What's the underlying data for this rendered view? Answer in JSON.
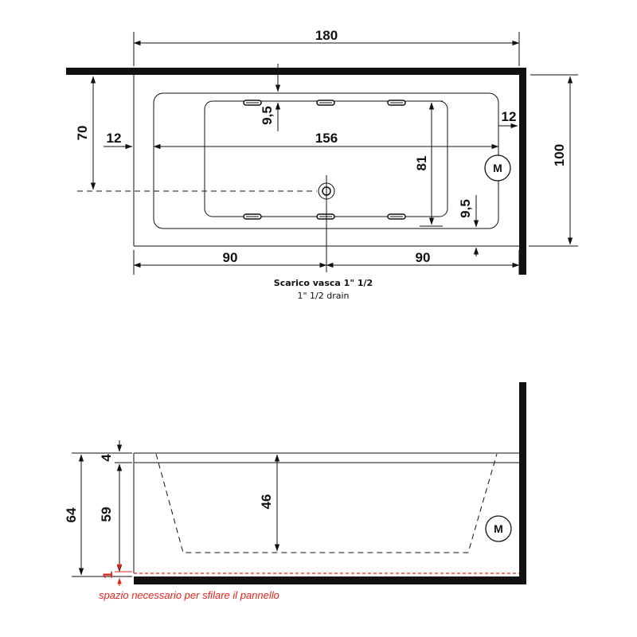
{
  "plan_view": {
    "dimensions": {
      "overall_length": "180",
      "inner_length": "156",
      "overall_width": "100",
      "inner_width": "81",
      "drain_from_wall": "70",
      "rim_left": "12",
      "rim_right": "12",
      "jet_offset_top": "9,5",
      "jet_offset_bottom": "9,5",
      "half_left": "90",
      "half_right": "90"
    },
    "drain_caption": "Scarico vasca 1\" 1/2",
    "drain_caption_en": "1\" 1/2  drain",
    "motor_label": "M"
  },
  "section_view": {
    "dimensions": {
      "total_height": "64",
      "rim_thickness": "4",
      "body_height": "59",
      "inner_depth": "46",
      "panel_gap": "1"
    },
    "panel_note": "spazio necessario per sfilare il pannello",
    "motor_label": "M"
  },
  "colors": {
    "line": "#111111",
    "wall": "#111111",
    "accent": "#e3241c"
  },
  "icons": [
    "dimension-arrow-icon",
    "drain-icon",
    "jet-icon",
    "motor-icon"
  ]
}
